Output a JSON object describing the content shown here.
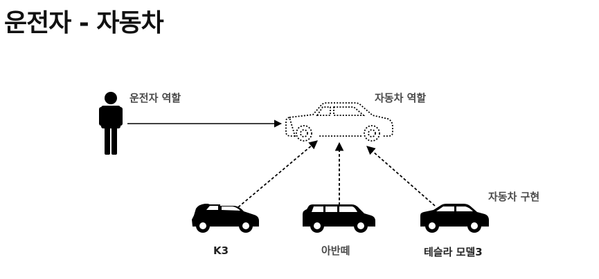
{
  "title": "운전자 - 자동차",
  "labels": {
    "driver_role": "운전자 역할",
    "car_role": "자동차 역할",
    "car_impl": "자동차 구현"
  },
  "implementations": [
    "K3",
    "아반떼",
    "테슬라 모델3"
  ],
  "icons": {
    "driver": "person-icon",
    "car_role": "car-outline-dotted-icon",
    "impl_cars": [
      "hatchback-car-icon",
      "wagon-car-icon",
      "sedan-car-icon"
    ]
  },
  "colors": {
    "ink": "#000000",
    "label": "#4a4a4a"
  }
}
